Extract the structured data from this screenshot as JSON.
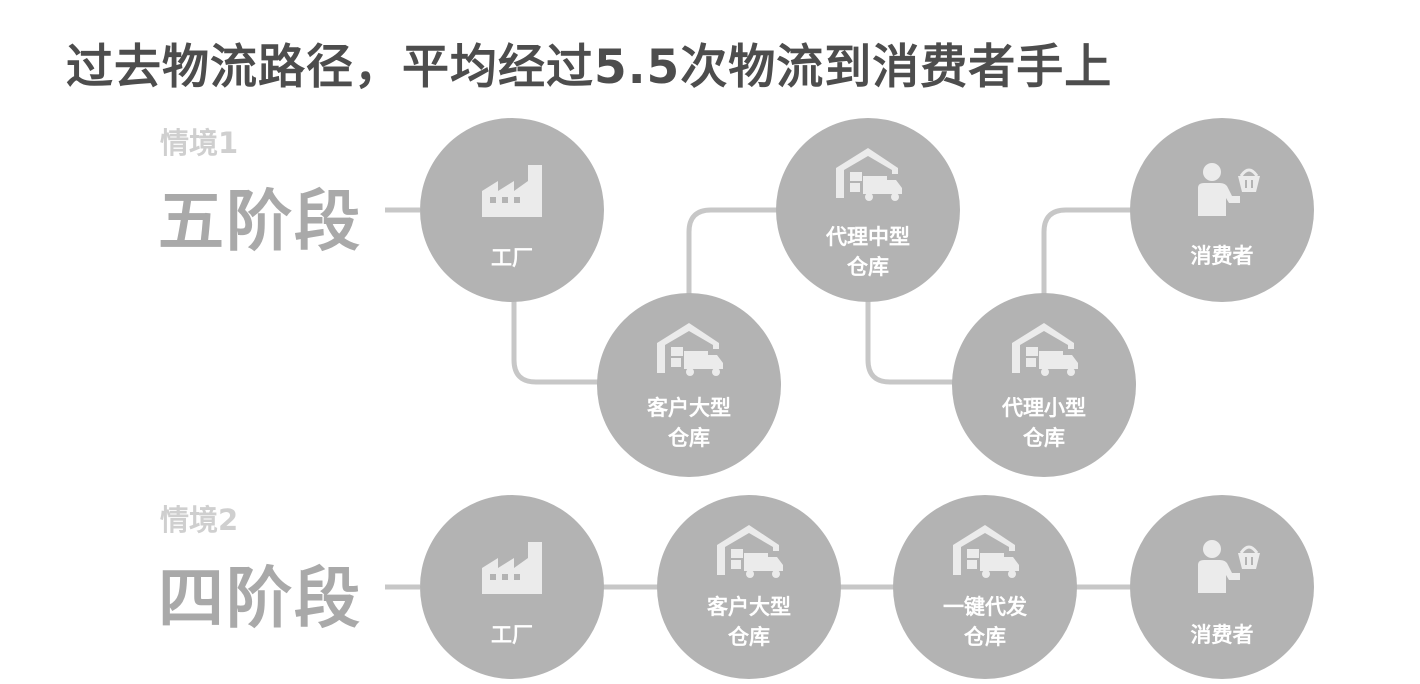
{
  "title": "过去物流路径，平均经过5.5次物流到消费者手上",
  "scenario1": {
    "label": "情境1",
    "stages": "五阶段",
    "nodes": [
      {
        "line1": "工厂",
        "line2": "",
        "icon": "factory-icon"
      },
      {
        "line1": "客户大型",
        "line2": "仓库",
        "icon": "warehouse-truck-icon"
      },
      {
        "line1": "代理中型",
        "line2": "仓库",
        "icon": "warehouse-truck-icon"
      },
      {
        "line1": "代理小型",
        "line2": "仓库",
        "icon": "warehouse-truck-icon"
      },
      {
        "line1": "消费者",
        "line2": "",
        "icon": "consumer-basket-icon"
      }
    ]
  },
  "scenario2": {
    "label": "情境2",
    "stages": "四阶段",
    "nodes": [
      {
        "line1": "工厂",
        "line2": "",
        "icon": "factory-icon"
      },
      {
        "line1": "客户大型",
        "line2": "仓库",
        "icon": "warehouse-truck-icon"
      },
      {
        "line1": "一键代发",
        "line2": "仓库",
        "icon": "warehouse-truck-icon"
      },
      {
        "line1": "消费者",
        "line2": "",
        "icon": "consumer-basket-icon"
      }
    ]
  },
  "colors": {
    "circle": "#b3b3b3",
    "connector": "#c7c7c7",
    "icon": "#ebebeb",
    "title": "#4d4d4d"
  }
}
